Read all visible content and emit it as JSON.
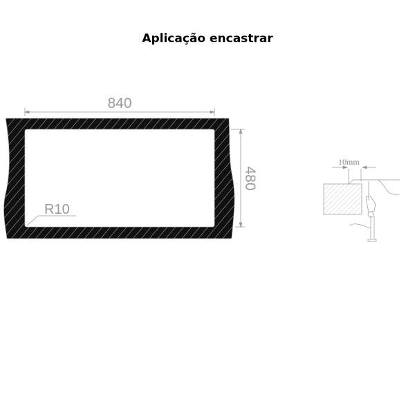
{
  "title": "Aplicação encastrar",
  "drawing": {
    "width_label": "840",
    "height_label": "480",
    "radius_label": "R10",
    "detail_label": "10mm"
  },
  "colors": {
    "frame": "#111111",
    "dimension": "#9a9a9a"
  }
}
